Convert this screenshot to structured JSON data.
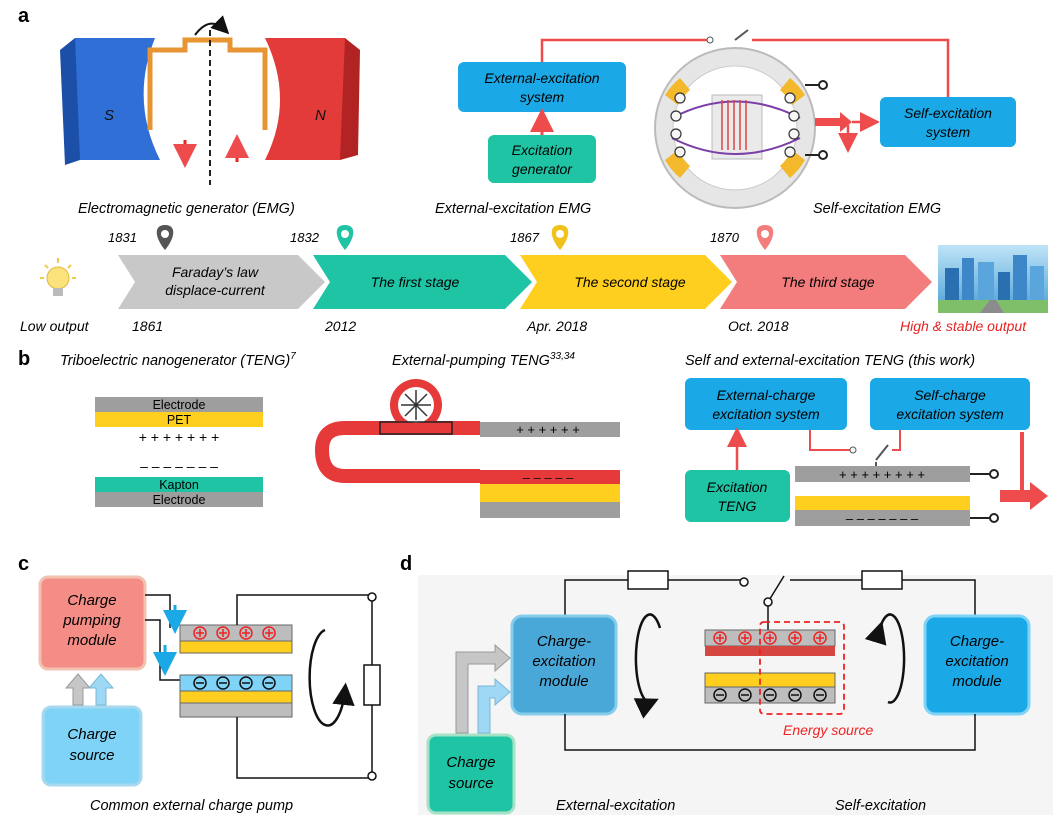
{
  "panel_labels": {
    "a": "a",
    "b": "b",
    "c": "c",
    "d": "d"
  },
  "panel_a": {
    "emg": {
      "pole_s": "S",
      "pole_n": "N",
      "caption": "Electromagnetic generator (EMG)"
    },
    "external_emg": {
      "box1_l1": "External-excitation",
      "box1_l2": "system",
      "box2_l1": "Excitation",
      "box2_l2": "generator",
      "caption": "External-excitation EMG"
    },
    "self_emg": {
      "box_l1": "Self-excitation",
      "box_l2": "system",
      "caption": "Self-excitation EMG"
    },
    "timeline": {
      "year_1831": "1831",
      "year_1832": "1832",
      "year_1867": "1867",
      "year_1870": "1870",
      "stage0_l1": "Faraday’s law",
      "stage0_l2": "displace-current",
      "stage1": "The first stage",
      "stage2": "The second stage",
      "stage3": "The third stage",
      "low_output": "Low output",
      "date_1861": "1861",
      "date_2012": "2012",
      "date_apr2018": "Apr. 2018",
      "date_oct2018": "Oct. 2018",
      "high_output": "High & stable output"
    },
    "colors": {
      "gray": "#c8c8c8",
      "teal": "#1fc4a5",
      "yellow": "#ffcf1f",
      "salmon": "#f37c7c",
      "blue_box": "#1aa8e6",
      "red_line": "#ee4c4c"
    }
  },
  "panel_b": {
    "teng_title": "Triboelectric nanogenerator (TENG)",
    "teng_ref": "7",
    "layer_electrode1": "Electrode",
    "layer_pet": "PET",
    "layer_kapton": "Kapton",
    "layer_electrode2": "Electrode",
    "plus_row": "+ + + + + + +",
    "minus_row": "– – – – – – –",
    "pump_title": "External-pumping TENG",
    "pump_ref": "33,34",
    "pump_plus": "+ + + + + +",
    "pump_minus": "– – – – –",
    "self_title": "Self and external-excitation TENG (this work)",
    "ext_box_l1": "External-charge",
    "ext_box_l2": "excitation system",
    "self_box_l1": "Self-charge",
    "self_box_l2": "excitation system",
    "exc_teng_l1": "Excitation",
    "exc_teng_l2": "TENG",
    "self_plus": "+ + + + + + + +",
    "self_minus": "– – – – – – –"
  },
  "panel_c": {
    "pump_l1": "Charge",
    "pump_l2": "pumping",
    "pump_l3": "module",
    "source_l1": "Charge",
    "source_l2": "source",
    "caption": "Common external charge pump"
  },
  "panel_d": {
    "left_l1": "Charge-",
    "left_l2": "excitation",
    "left_l3": "module",
    "right_l1": "Charge-",
    "right_l2": "excitation",
    "right_l3": "module",
    "source_l1": "Charge",
    "source_l2": "source",
    "energy_source": "Energy source",
    "caption_ext": "External-excitation",
    "caption_self": "Self-excitation"
  }
}
